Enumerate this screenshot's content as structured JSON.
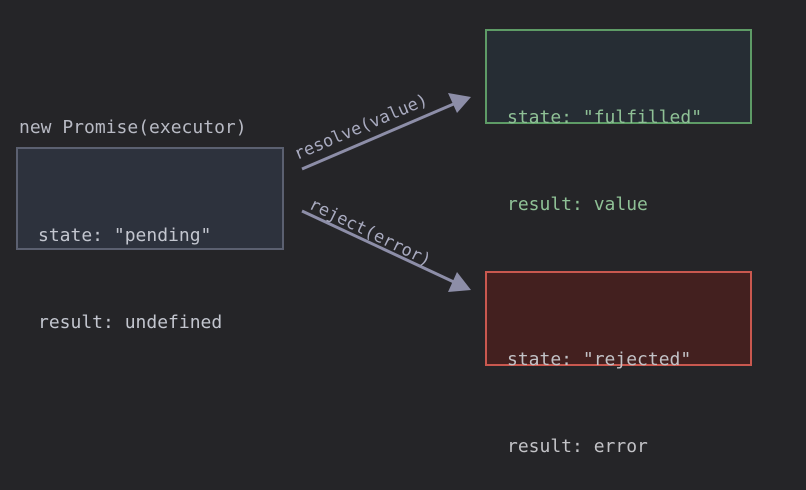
{
  "executor_caption": "new Promise(executor)",
  "pending_box": {
    "state_line": "state: \"pending\"",
    "result_line": "result: undefined"
  },
  "fulfilled_box": {
    "state_line": "state: \"fulfilled\"",
    "result_line": "result: value"
  },
  "rejected_box": {
    "state_line": "state: \"rejected\"",
    "result_line": "result: error"
  },
  "resolve_arrow": {
    "label": "resolve(value)"
  },
  "reject_arrow": {
    "label": "reject(error)"
  },
  "colors": {
    "background": "#252528",
    "pending_border": "#5b6070",
    "fulfilled_border": "#5e9b66",
    "rejected_border": "#c9584f",
    "rejected_fill": "#43201f",
    "arrow": "#8d8ea8"
  }
}
